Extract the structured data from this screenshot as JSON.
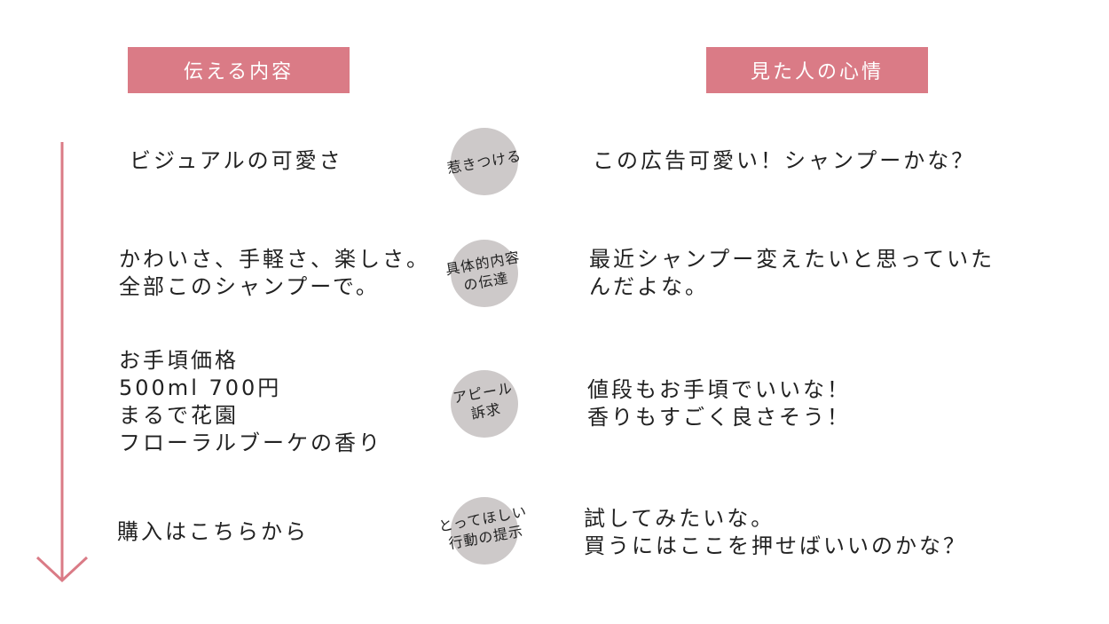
{
  "headers": {
    "left": "伝える内容",
    "right": "見た人の心情"
  },
  "rows": [
    {
      "content": "ビジュアルの可愛さ",
      "stage": "惹きつける",
      "feeling": "この広告可愛い！シャンプーかな？"
    },
    {
      "content": "かわいさ、手軽さ、楽しさ。\n全部このシャンプーで。",
      "stage": "具体的内容\nの伝達",
      "feeling": "最近シャンプー変えたいと思っていた\nんだよな。"
    },
    {
      "content": "お手頃価格\n500ml 700円\nまるで花園\nフローラルブーケの香り",
      "stage": "アピール\n訴求",
      "feeling": "値段もお手頃でいいな！\n香りもすごく良さそう！"
    },
    {
      "content": "購入はこちらから",
      "stage": "とってほしい\n行動の提示",
      "feeling": "試してみたいな。\n買うにはここを押せばいいのかな？"
    }
  ],
  "colors": {
    "accent": "#da7b86",
    "circle": "#cdc9c9"
  }
}
